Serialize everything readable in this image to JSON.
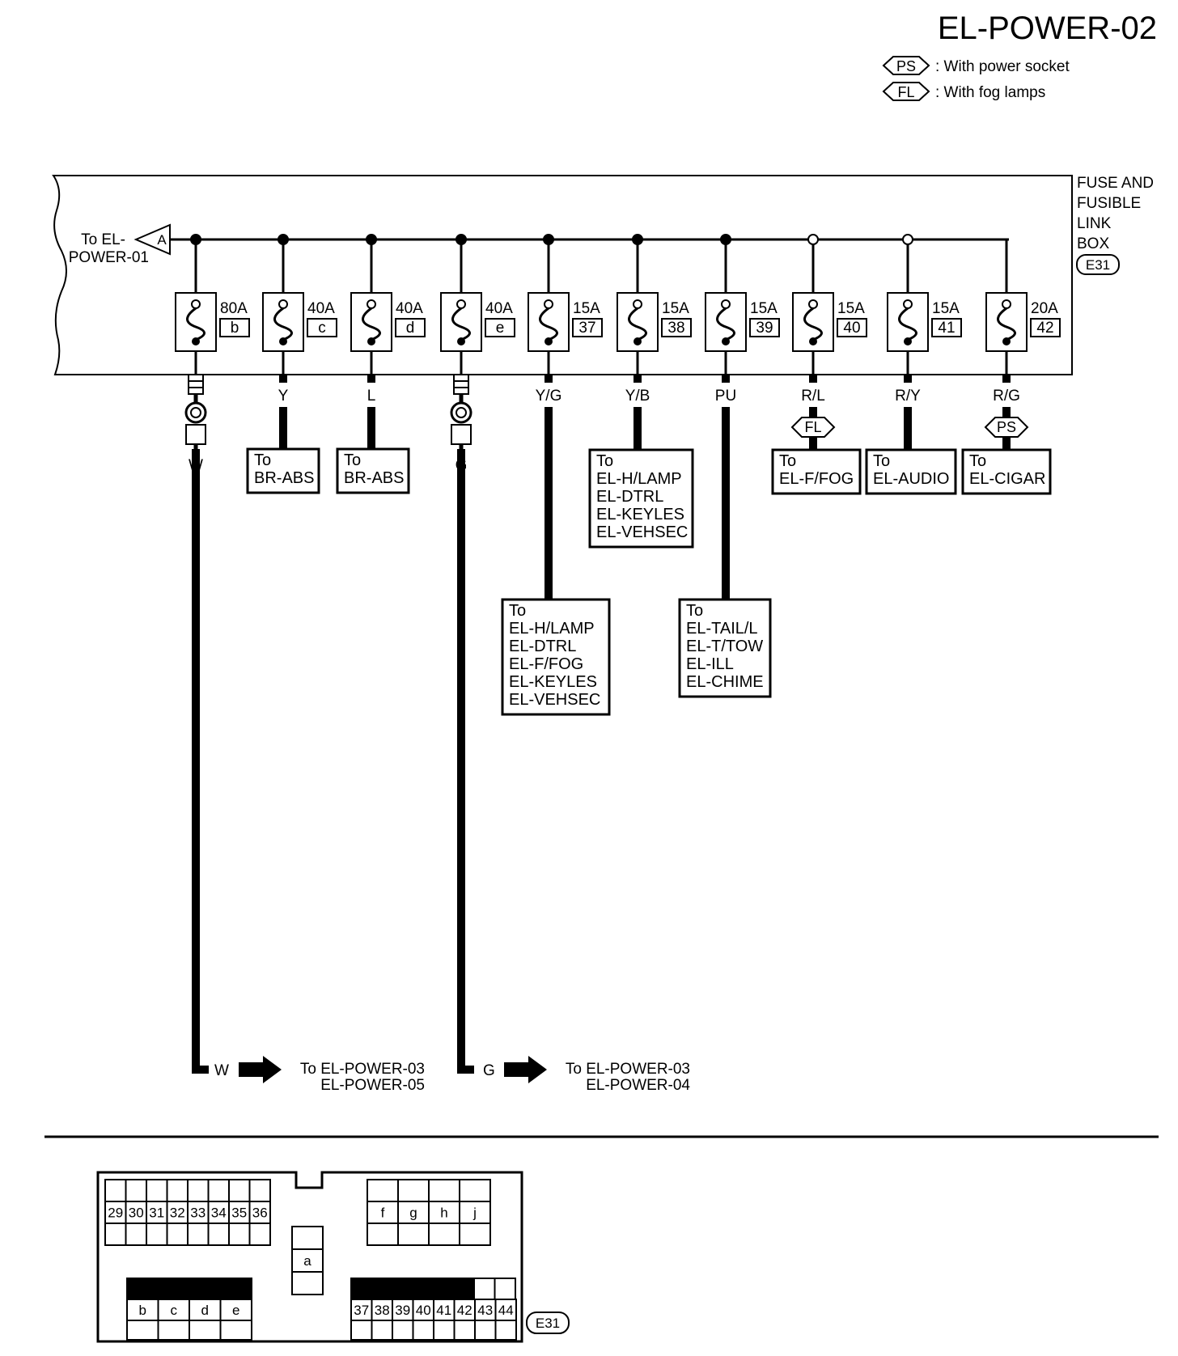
{
  "page_title": "EL-POWER-02",
  "legend": [
    {
      "tag": "PS",
      "text": ": With power socket"
    },
    {
      "tag": "FL",
      "text": ": With fog lamps"
    }
  ],
  "box_label": [
    "FUSE AND",
    "FUSIBLE",
    "LINK",
    "BOX"
  ],
  "connector_id": "E31",
  "input": {
    "text_lines": [
      "To EL-",
      "POWER-01"
    ],
    "connector": "A"
  },
  "fuses": [
    {
      "rating": "80A",
      "id": "b",
      "wire": "W"
    },
    {
      "rating": "40A",
      "id": "c",
      "wire": "Y"
    },
    {
      "rating": "40A",
      "id": "d",
      "wire": "L"
    },
    {
      "rating": "40A",
      "id": "e",
      "wire": "G"
    },
    {
      "rating": "15A",
      "id": "37",
      "wire": "Y/G"
    },
    {
      "rating": "15A",
      "id": "38",
      "wire": "Y/B"
    },
    {
      "rating": "15A",
      "id": "39",
      "wire": "PU"
    },
    {
      "rating": "15A",
      "id": "40",
      "wire": "R/L",
      "option": "FL"
    },
    {
      "rating": "15A",
      "id": "41",
      "wire": "R/Y"
    },
    {
      "rating": "20A",
      "id": "42",
      "wire": "R/G",
      "option": "PS"
    }
  ],
  "destinations": {
    "c": [
      "To",
      "BR-ABS"
    ],
    "d": [
      "To",
      "BR-ABS"
    ],
    "37": [
      "To",
      "EL-H/LAMP",
      "EL-DTRL",
      "EL-F/FOG",
      "EL-KEYLES",
      "EL-VEHSEC"
    ],
    "38": [
      "To",
      "EL-H/LAMP",
      "EL-DTRL",
      "EL-KEYLES",
      "EL-VEHSEC"
    ],
    "39": [
      "To",
      "EL-TAIL/L",
      "EL-T/TOW",
      "EL-ILL",
      "EL-CHIME"
    ],
    "40": [
      "To",
      "EL-F/FOG"
    ],
    "41": [
      "To",
      "EL-AUDIO"
    ],
    "42": [
      "To",
      "EL-CIGAR"
    ]
  },
  "arrows": [
    {
      "wire_top": "W",
      "wire": "W",
      "lines": [
        "To EL-POWER-03",
        "EL-POWER-05"
      ]
    },
    {
      "wire_top": "G",
      "wire": "G",
      "lines": [
        "To EL-POWER-03",
        "EL-POWER-04"
      ]
    }
  ],
  "connector_view": {
    "id": "E31",
    "row_top": [
      "29",
      "30",
      "31",
      "32",
      "33",
      "34",
      "35",
      "36"
    ],
    "center": "a",
    "fg": [
      "f",
      "g",
      "h",
      "j"
    ],
    "bcde": [
      "b",
      "c",
      "d",
      "e"
    ],
    "bottom": [
      "37",
      "38",
      "39",
      "40",
      "41",
      "42",
      "43",
      "44"
    ]
  }
}
